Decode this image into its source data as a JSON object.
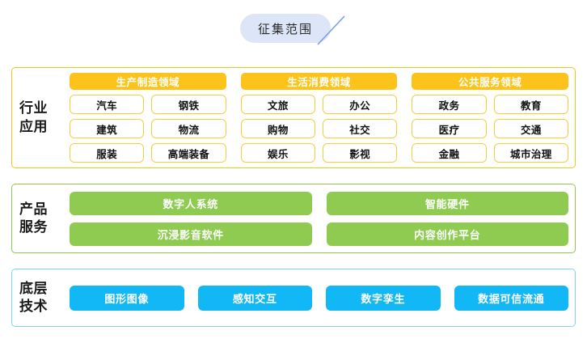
{
  "header": {
    "badge_label": "征集范围",
    "badge_bg": "#dde5f8",
    "slash_color": "#7b9ce8"
  },
  "sections": {
    "industry": {
      "label_line1": "行业",
      "label_line2": "应用",
      "border_color": "#fbc31a",
      "header_bg": "#fcc31a",
      "cell_border": "#f9cc3f",
      "groups": [
        {
          "title": "生产制造领域",
          "rows": [
            [
              "汽车",
              "钢铁"
            ],
            [
              "建筑",
              "物流"
            ],
            [
              "服装",
              "高端装备"
            ]
          ]
        },
        {
          "title": "生活消费领域",
          "rows": [
            [
              "文旅",
              "办公"
            ],
            [
              "购物",
              "社交"
            ],
            [
              "娱乐",
              "影视"
            ]
          ]
        },
        {
          "title": "公共服务领域",
          "rows": [
            [
              "政务",
              "教育"
            ],
            [
              "医疗",
              "交通"
            ],
            [
              "金融",
              "城市治理"
            ]
          ]
        }
      ]
    },
    "product": {
      "label_line1": "产品",
      "label_line2": "服务",
      "border_color": "#8dc94e",
      "cell_bg": "#8ecb50",
      "rows": [
        [
          "数字人系统",
          "智能硬件"
        ],
        [
          "沉浸影音软件",
          "内容创作平台"
        ]
      ]
    },
    "technology": {
      "label_line1": "底层",
      "label_line2": "技术",
      "border_color": "#7fd3f5",
      "cell_bg": "#12b7f5",
      "items": [
        "图形图像",
        "感知交互",
        "数字孪生",
        "数据可信流通"
      ]
    }
  }
}
